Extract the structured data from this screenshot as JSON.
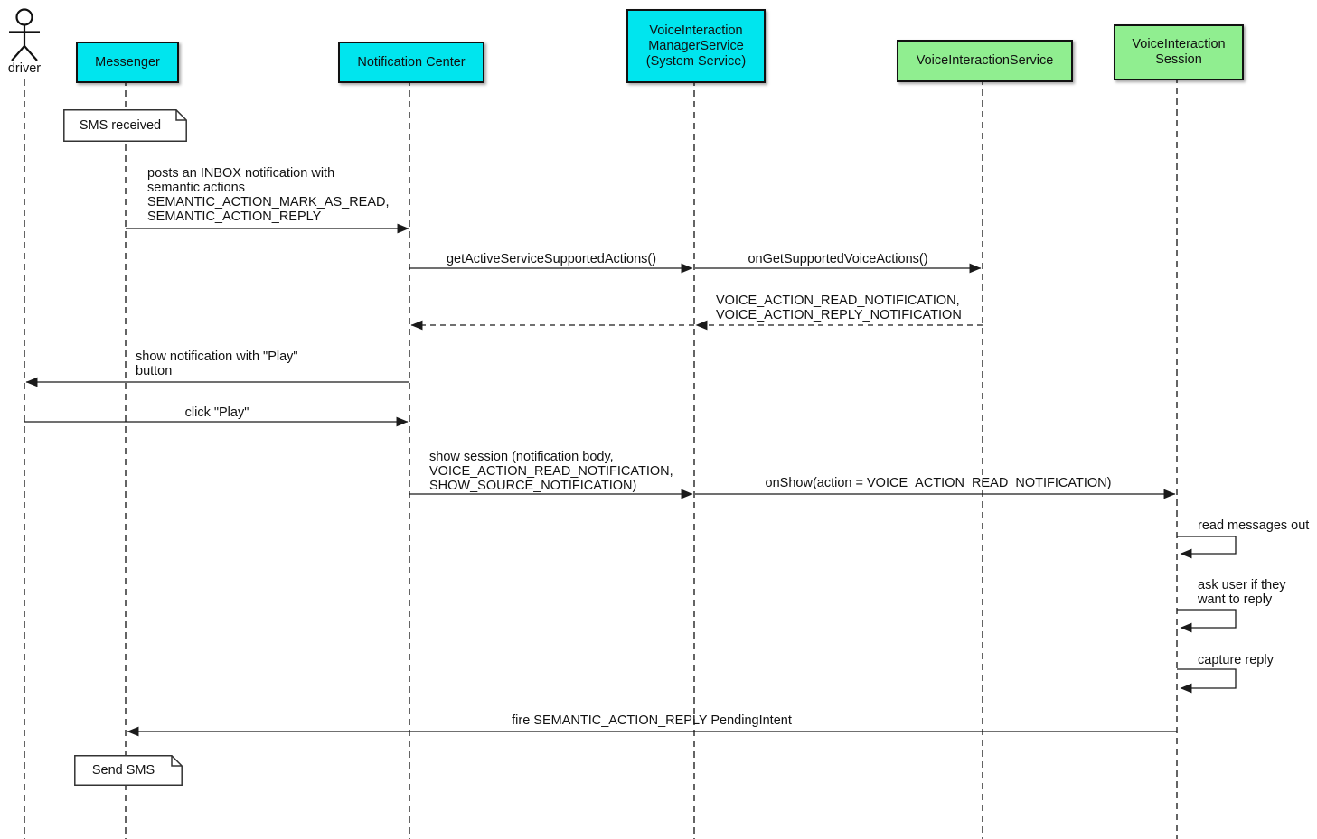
{
  "colors": {
    "participant_cyan": "#00E5EE",
    "participant_green": "#90EE90",
    "background": "#FFFFFF",
    "line": "#1A1A1A"
  },
  "actor": {
    "label": "driver"
  },
  "participants": [
    {
      "id": "messenger",
      "lines": [
        "Messenger"
      ],
      "color": "#00E5EE"
    },
    {
      "id": "notification-center",
      "lines": [
        "Notification Center"
      ],
      "color": "#00E5EE"
    },
    {
      "id": "voice-interaction-manager-service",
      "lines": [
        "VoiceInteraction",
        "ManagerService",
        "(System Service)"
      ],
      "color": "#00E5EE"
    },
    {
      "id": "voice-interaction-service",
      "lines": [
        "VoiceInteractionService"
      ],
      "color": "#90EE90"
    },
    {
      "id": "voice-interaction-session",
      "lines": [
        "VoiceInteraction",
        "Session"
      ],
      "color": "#90EE90"
    }
  ],
  "notes": [
    {
      "id": "sms-received",
      "text": "SMS received"
    },
    {
      "id": "send-sms",
      "text": "Send SMS"
    }
  ],
  "messages": [
    {
      "id": "post-inbox-notification",
      "from": "Messenger",
      "to": "Notification Center",
      "style": "solid",
      "lines": [
        "posts an INBOX notification with",
        "semantic actions",
        "SEMANTIC_ACTION_MARK_AS_READ,",
        "SEMANTIC_ACTION_REPLY"
      ]
    },
    {
      "id": "get-active-service-supported-actions",
      "from": "Notification Center",
      "to": "VoiceInteractionManagerService",
      "style": "solid",
      "lines": [
        "getActiveServiceSupportedActions()"
      ]
    },
    {
      "id": "on-get-supported-voice-actions",
      "from": "VoiceInteractionManagerService",
      "to": "VoiceInteractionService",
      "style": "solid",
      "lines": [
        "onGetSupportedVoiceActions()"
      ]
    },
    {
      "id": "supported-voice-actions-return",
      "from": "VoiceInteractionService",
      "to": "Notification Center",
      "style": "dashed-return",
      "lines": [
        "VOICE_ACTION_READ_NOTIFICATION,",
        "VOICE_ACTION_REPLY_NOTIFICATION"
      ]
    },
    {
      "id": "show-notification-play",
      "from": "Notification Center",
      "to": "driver",
      "style": "solid",
      "lines": [
        "show notification with \"Play\"",
        "button"
      ]
    },
    {
      "id": "click-play",
      "from": "driver",
      "to": "Notification Center",
      "style": "solid",
      "lines": [
        "click \"Play\""
      ]
    },
    {
      "id": "show-session",
      "from": "Notification Center",
      "to": "VoiceInteractionManagerService",
      "style": "solid",
      "lines": [
        "show session (notification body,",
        "VOICE_ACTION_READ_NOTIFICATION,",
        "SHOW_SOURCE_NOTIFICATION)"
      ]
    },
    {
      "id": "on-show",
      "from": "VoiceInteractionManagerService",
      "to": "VoiceInteractionSession",
      "style": "solid",
      "lines": [
        "onShow(action = VOICE_ACTION_READ_NOTIFICATION)"
      ]
    },
    {
      "id": "read-messages-out",
      "from": "VoiceInteractionSession",
      "to": "VoiceInteractionSession",
      "style": "self",
      "lines": [
        "read messages out"
      ]
    },
    {
      "id": "ask-user-reply",
      "from": "VoiceInteractionSession",
      "to": "VoiceInteractionSession",
      "style": "self",
      "lines": [
        "ask user if they",
        "want to reply"
      ]
    },
    {
      "id": "capture-reply",
      "from": "VoiceInteractionSession",
      "to": "VoiceInteractionSession",
      "style": "self",
      "lines": [
        "capture reply"
      ]
    },
    {
      "id": "fire-semantic-action-reply",
      "from": "VoiceInteractionSession",
      "to": "Messenger",
      "style": "solid",
      "lines": [
        "fire SEMANTIC_ACTION_REPLY PendingIntent"
      ]
    }
  ]
}
